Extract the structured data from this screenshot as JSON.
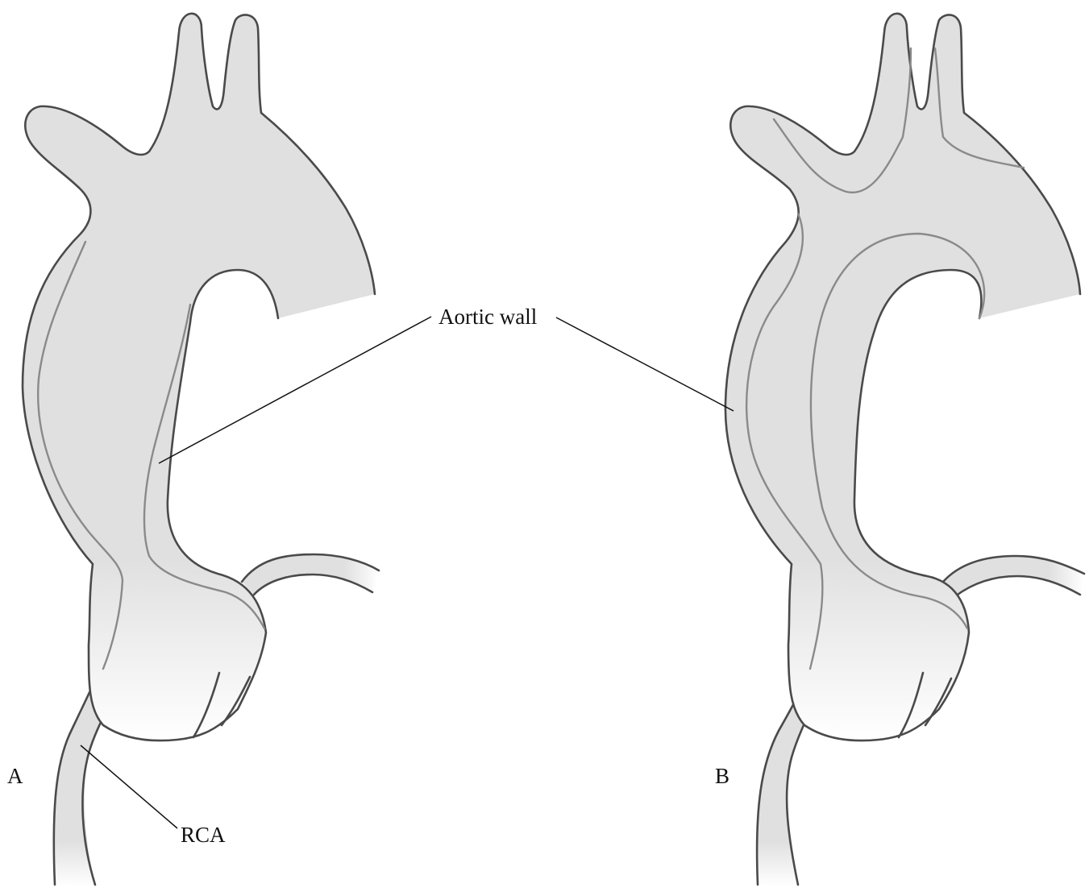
{
  "labels": {
    "aortic_wall": "Aortic wall",
    "rca": "RCA",
    "panel_a": "A",
    "panel_b": "B"
  },
  "colors": {
    "vessel_fill": "#e0e0e0",
    "outline": "#4a4a4a",
    "wall_line": "#8a8a8a",
    "text": "#111111",
    "background": "#ffffff"
  }
}
